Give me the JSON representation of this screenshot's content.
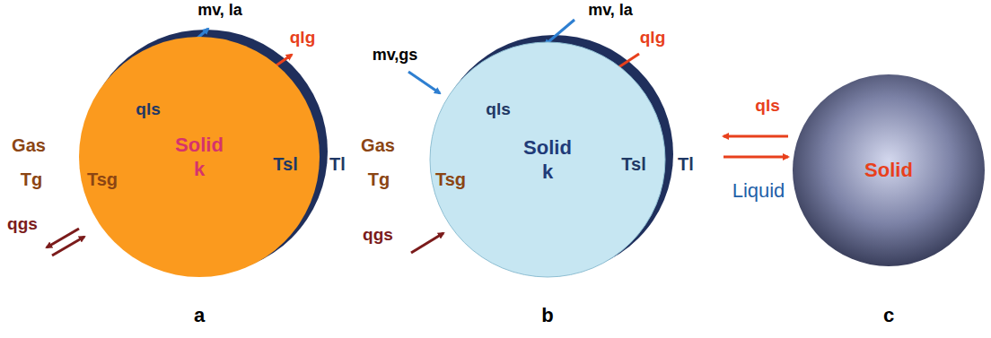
{
  "diagram": {
    "nodes": [
      {
        "text": [
          "Solid",
          "k"
        ]
      },
      {
        "text": [
          "Solid",
          "k"
        ]
      },
      {
        "text": [
          "Solid"
        ]
      }
    ],
    "labels": [
      "mv, la",
      "qlg",
      "qls",
      "Gas",
      "Tg",
      "Tsg",
      "Tsl",
      "Tl",
      "qgs",
      "a",
      "mv, la",
      "mv,gs",
      "qlg",
      "qls",
      "Gas",
      "Tg",
      "Tsg",
      "Tsl",
      "Tl",
      "qgs",
      "b",
      "qls",
      "Liquid",
      "c"
    ]
  }
}
